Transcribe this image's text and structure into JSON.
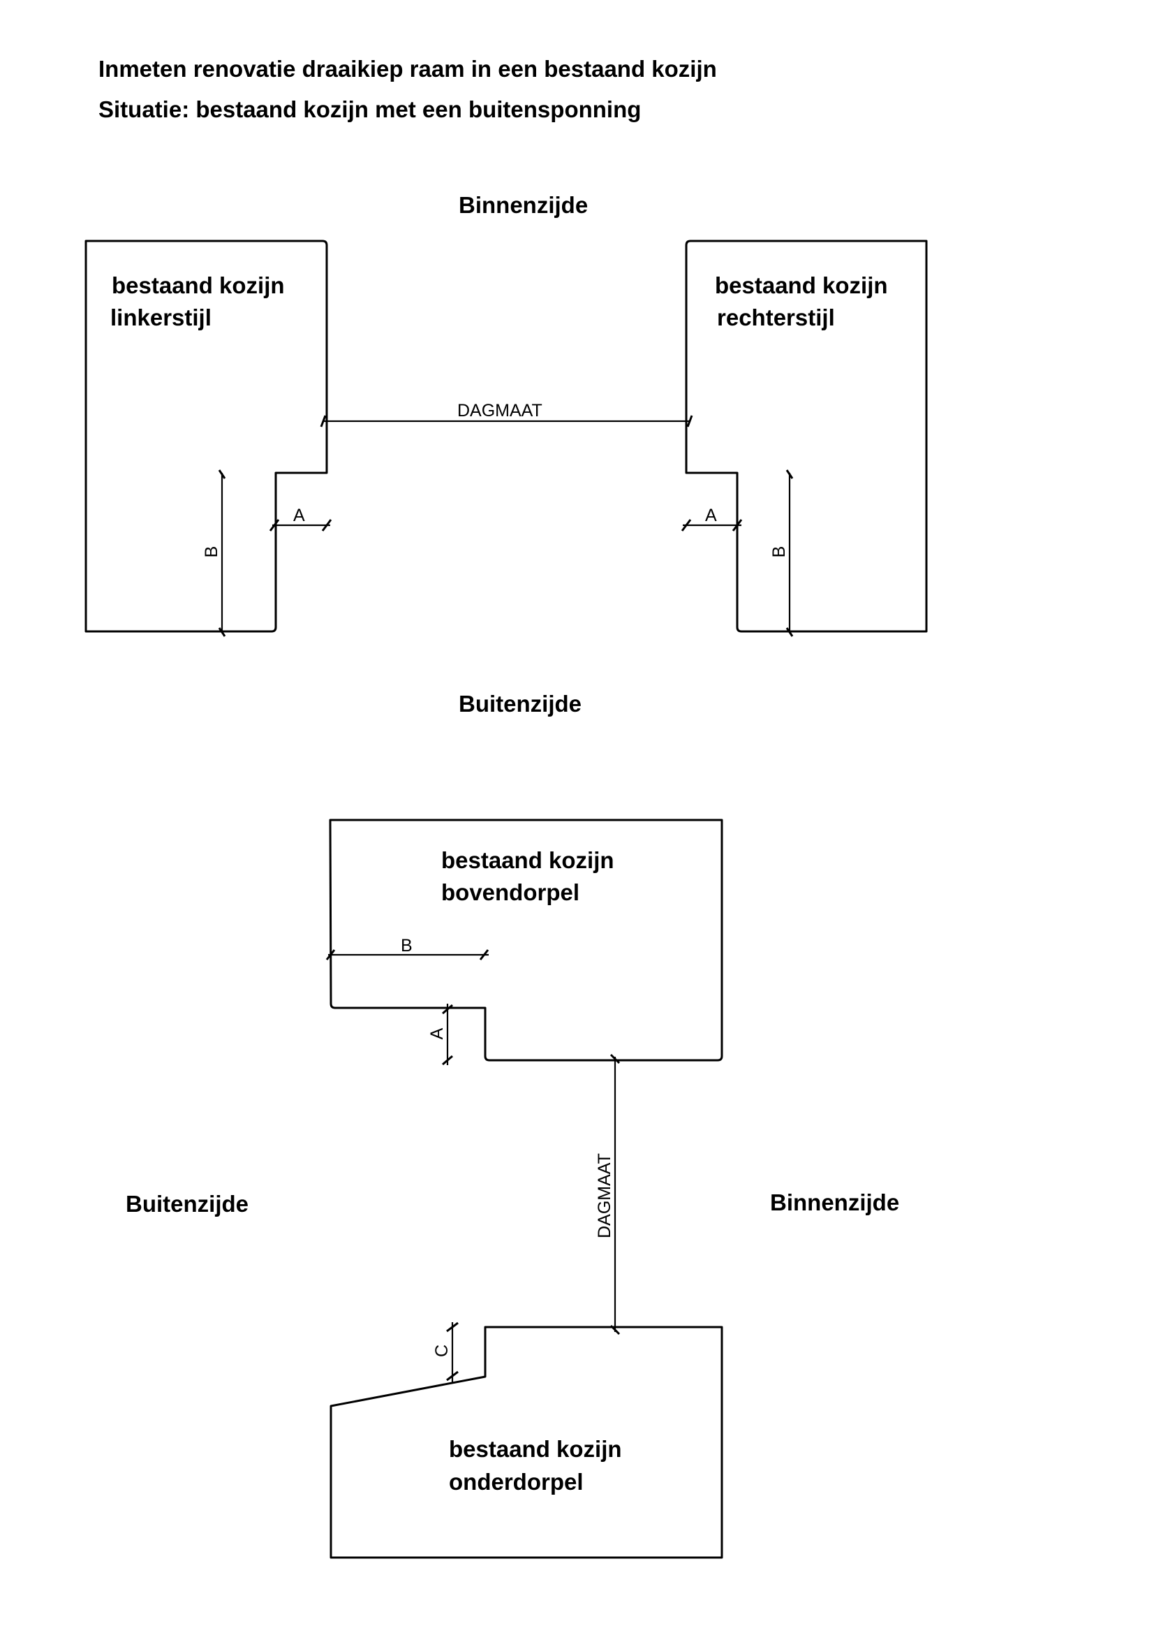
{
  "header": {
    "title": "Inmeten renovatie draaikiep raam in een bestaand kozijn",
    "subtitle": "Situatie: bestaand kozijn met een buitensponning"
  },
  "horizontal_section": {
    "inside_label": "Binnenzijde",
    "outside_label": "Buitenzijde",
    "left_stile": {
      "line1": "bestaand kozijn",
      "line2": "linkerstijl"
    },
    "right_stile": {
      "line1": "bestaand kozijn",
      "line2": "rechterstijl"
    },
    "daylight_label": "DAGMAAT",
    "dim_a": "A",
    "dim_b": "B"
  },
  "vertical_section": {
    "outside_label": "Buitenzijde",
    "inside_label": "Binnenzijde",
    "head": {
      "line1": "bestaand kozijn",
      "line2": "bovendorpel"
    },
    "sill": {
      "line1": "bestaand kozijn",
      "line2": "onderdorpel"
    },
    "daylight_label": "DAGMAAT",
    "dim_a": "A",
    "dim_b": "B",
    "dim_c": "C"
  }
}
